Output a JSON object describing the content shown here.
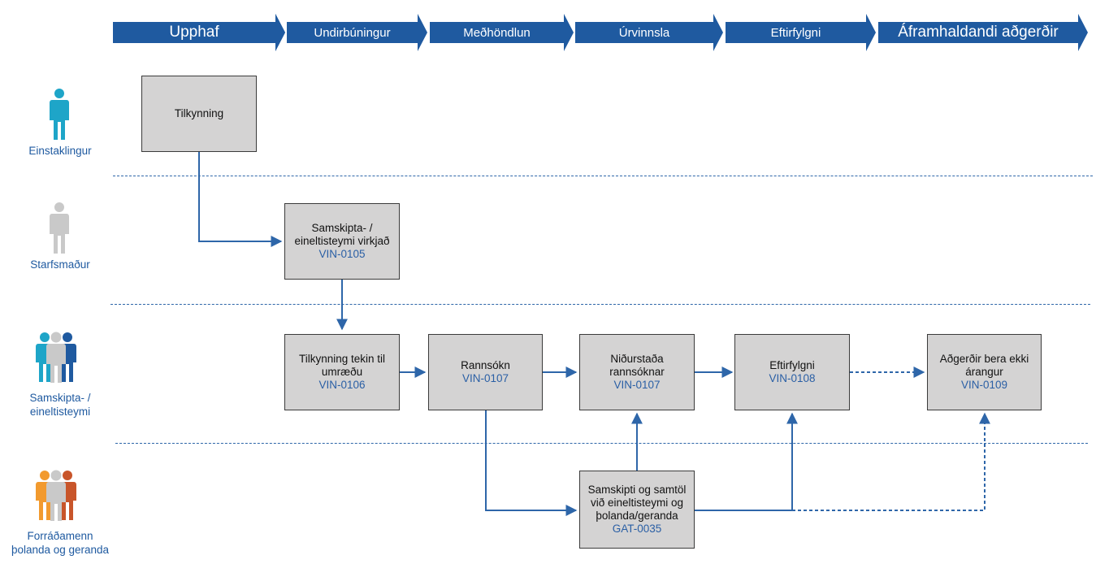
{
  "stages": [
    {
      "label": "Upphaf"
    },
    {
      "label": "Undirbúningur"
    },
    {
      "label": "Meðhöndlun"
    },
    {
      "label": "Úrvinnsla"
    },
    {
      "label": "Eftirfylgni"
    },
    {
      "label": "Áframhaldandi aðgerðir"
    }
  ],
  "lanes": {
    "individual": "Einstaklingur",
    "staff": "Starfsmaður",
    "team_line1": "Samskipta- /",
    "team_line2": "eineltisteymi",
    "guardians_line1": "Forráðamenn",
    "guardians_line2": "þolanda og geranda"
  },
  "boxes": {
    "tilkynning": {
      "title": "Tilkynning"
    },
    "samskipta": {
      "line1": "Samskipta- /",
      "line2": "eineltisteymi virkjað",
      "code": "VIN-0105"
    },
    "tekin": {
      "line1": "Tilkynning tekin til",
      "line2": "umræðu",
      "code": "VIN-0106"
    },
    "rannsokn": {
      "line1": "Rannsókn",
      "code": "VIN-0107"
    },
    "nidurstada": {
      "line1": "Niðurstaða",
      "line2": "rannsóknar",
      "code": "VIN-0107"
    },
    "eftirfylgni": {
      "line1": "Eftirfylgni",
      "code": "VIN-0108"
    },
    "adgerdir": {
      "line1": "Aðgerðir bera ekki",
      "line2": "árangur",
      "code": "VIN-0109"
    },
    "samskipti": {
      "line1": "Samskipti og samtöl",
      "line2": "við eineltisteymi og",
      "line3": "þolanda/geranda",
      "code": "GAT-0035"
    }
  },
  "colors": {
    "stage_fill": "#1f5aa0",
    "connector": "#2e66a9",
    "box_fill": "#d4d3d3",
    "individual_icon": "#1ea5c8",
    "staff_icon": "#c9c9c9",
    "team_icons": [
      "#1ea5c8",
      "#c9c9c9",
      "#1f5aa0"
    ],
    "guardian_icons": [
      "#f29a2e",
      "#c9c9c9",
      "#c8552a"
    ]
  }
}
